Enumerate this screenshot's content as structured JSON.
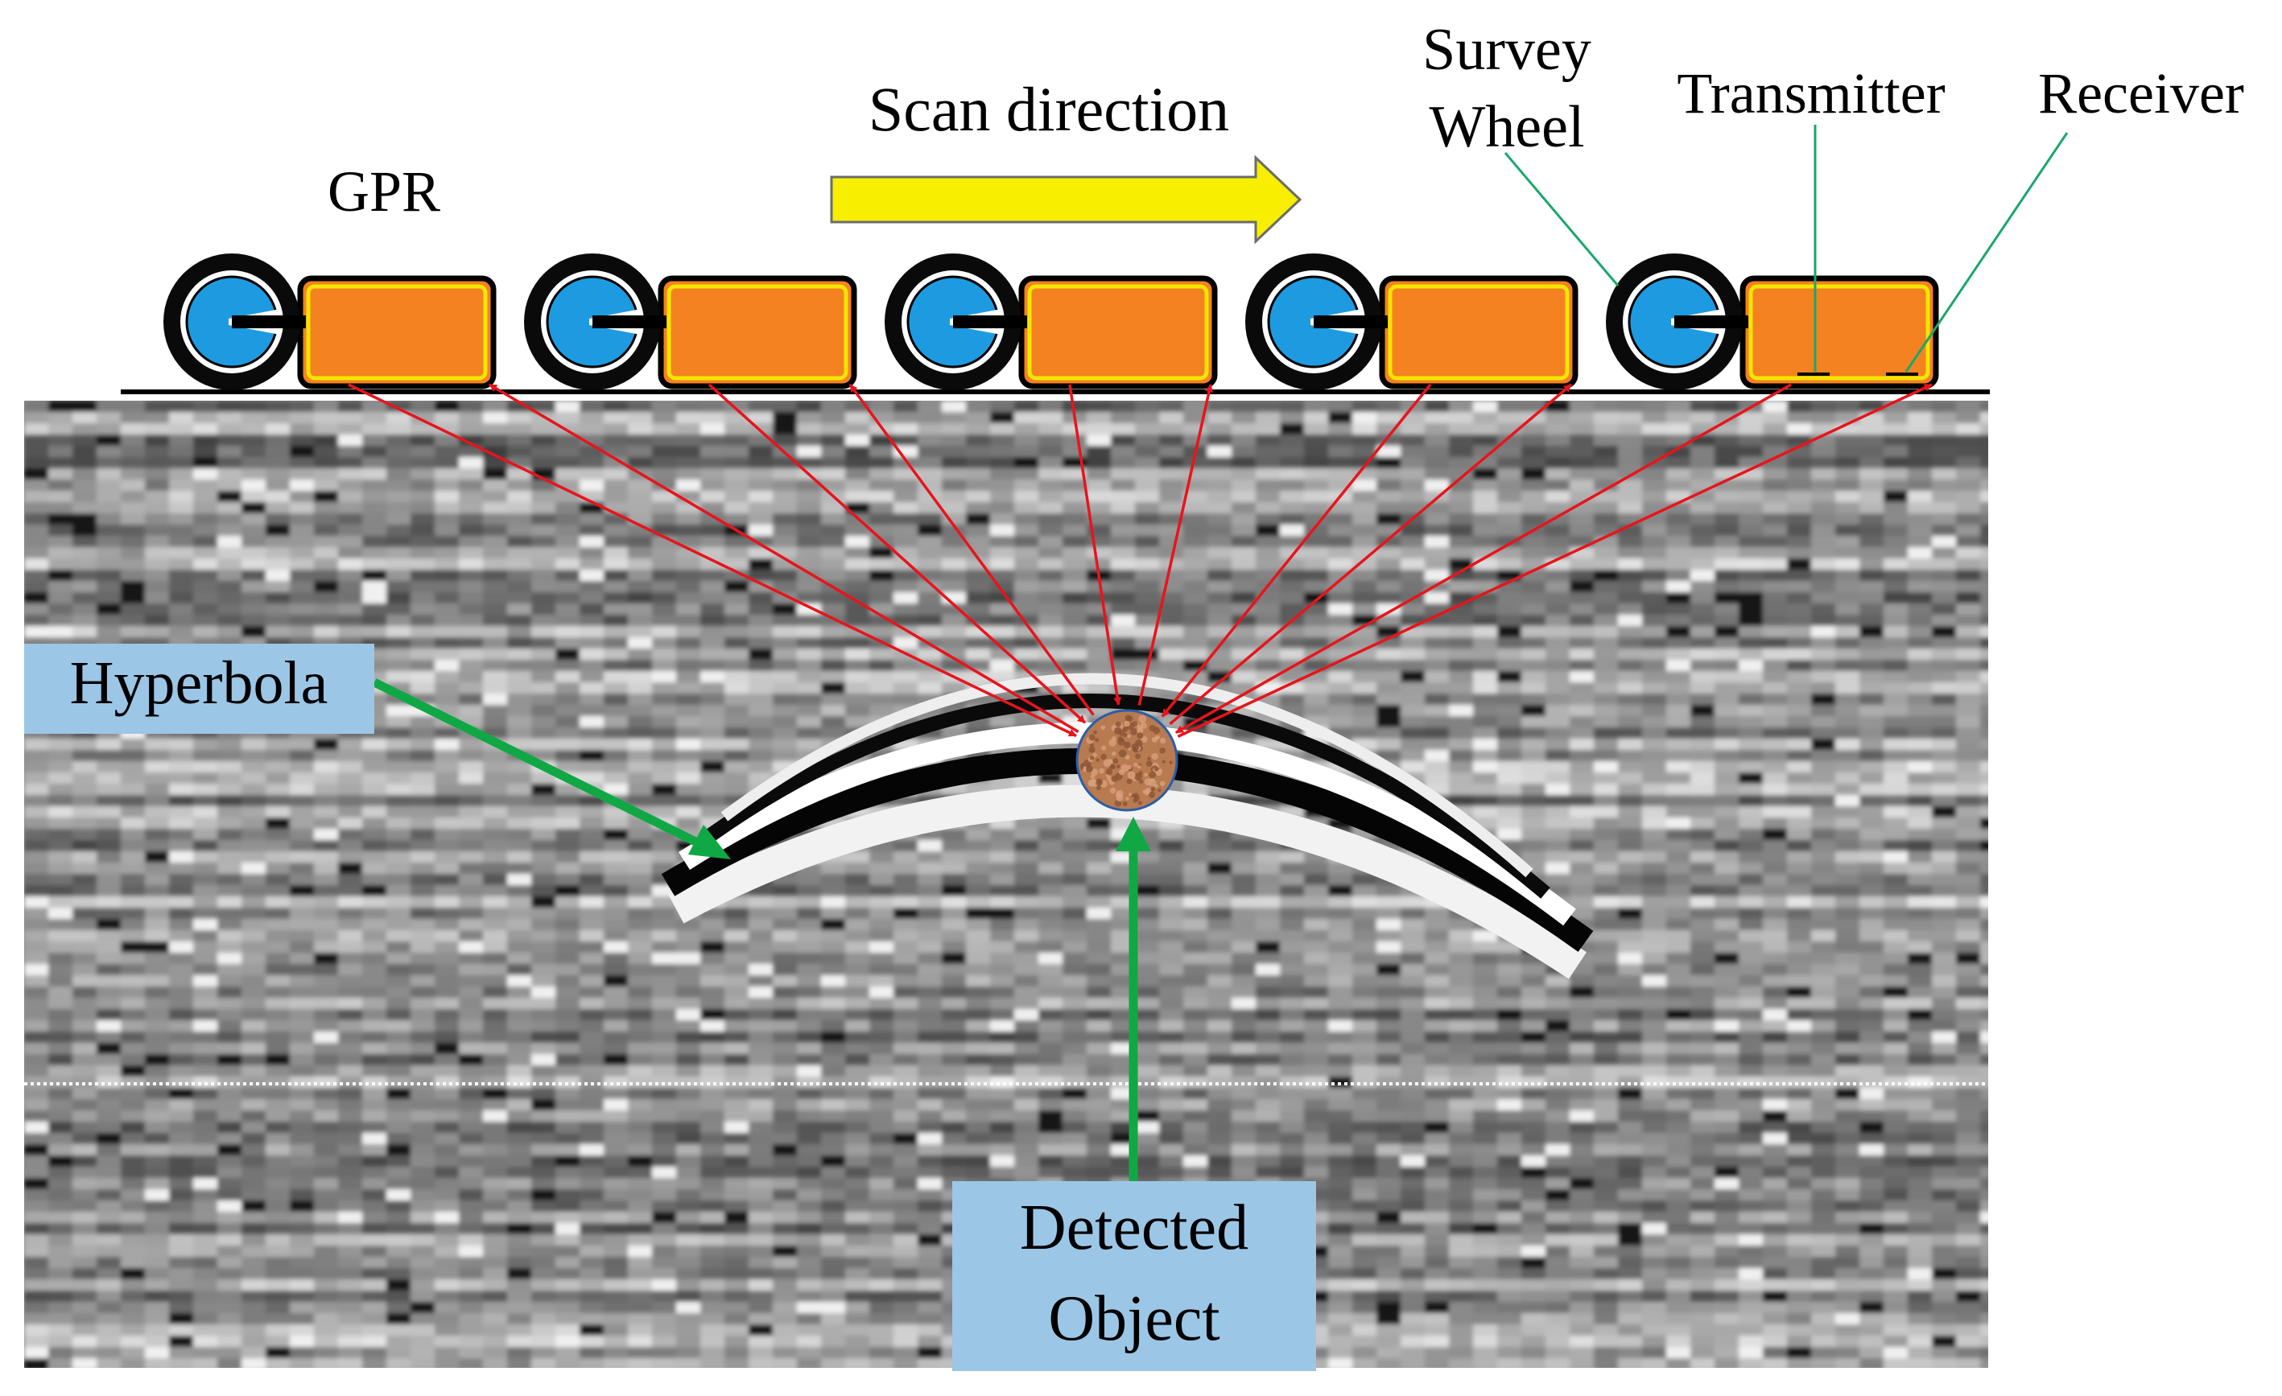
{
  "labels": {
    "gpr": "GPR",
    "scan_direction": "Scan direction",
    "survey_line1": "Survey",
    "survey_line2": "Wheel",
    "transmitter": "Transmitter",
    "receiver": "Receiver",
    "hyperbola": "Hyperbola",
    "detected_line1": "Detected",
    "detected_line2": "Object"
  },
  "colors": {
    "wheel_outer": "#0a0a0a",
    "wheel_inner": "#1e9be0",
    "antenna_body": "#f58220",
    "antenna_border": "#f2e600",
    "scan_arrow": "#f7ee00",
    "ray": "#e8141c",
    "leader": "#1aa86b",
    "pointer": "#10a845",
    "callout_box": "#9cc6e6",
    "object": "#b87a50"
  },
  "icons": {
    "wheel": "survey-wheel-icon",
    "antenna": "gpr-antenna-icon",
    "object": "buried-object-icon",
    "arrow": "scan-direction-arrow-icon"
  },
  "gpr_unit_count": 5
}
